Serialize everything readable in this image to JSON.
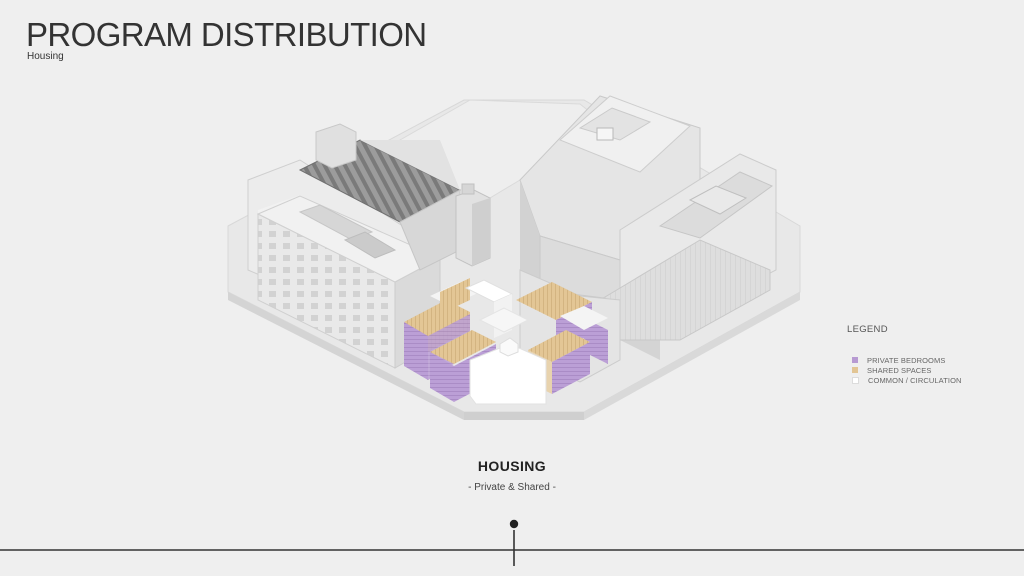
{
  "header": {
    "title": "PROGRAM DISTRIBUTION",
    "subtitle": "Housing"
  },
  "legend": {
    "title": "LEGEND",
    "items": [
      {
        "label": "PRIVATE BEDROOMS",
        "color": "#b79ad2"
      },
      {
        "label": "SHARED SPACES",
        "color": "#e2c594"
      },
      {
        "label": "COMMON / CIRCULATION",
        "color": "#ffffff"
      }
    ]
  },
  "caption": {
    "title": "HOUSING",
    "subtitle": "- Private & Shared -"
  },
  "colors": {
    "background": "#efefef",
    "private": "#b79ad2",
    "shared": "#e2c594",
    "common": "#ffffff",
    "building": "#e6e6e6"
  }
}
